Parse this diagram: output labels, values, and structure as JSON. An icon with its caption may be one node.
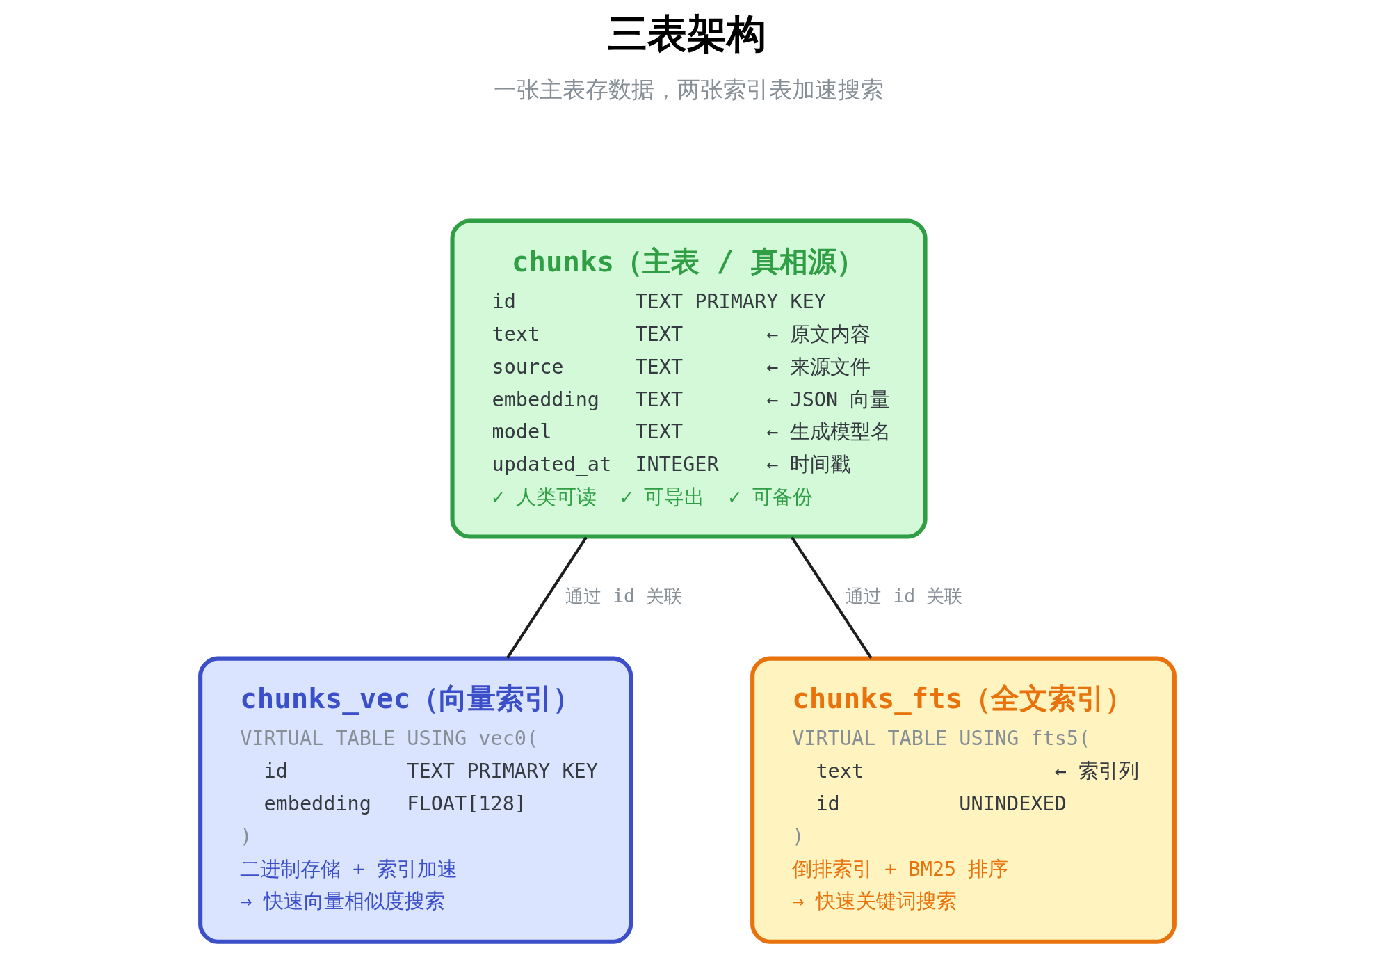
{
  "diagram": {
    "title": "三表架构",
    "nodes": [
      {
        "text": [
          "chunks（主表 / 真相源）",
          "id          TEXT PRIMARY KEY",
          "text        TEXT       ← 原文内容",
          "source      TEXT       ← 来源文件",
          "embedding   TEXT       ← JSON 向量",
          "model       TEXT       ← 生成模型名",
          "updated_at  INTEGER    ← 时间戳",
          "✓ 人类可读  ✓ 可导出  ✓ 可备份"
        ]
      },
      {
        "text": [
          "chunks_vec（向量索引）",
          "VIRTUAL TABLE USING vec0(",
          "  id          TEXT PRIMARY KEY",
          "  embedding   FLOAT[128]",
          ")",
          "二进制存储 + 索引加速",
          "→ 快速向量相似度搜索"
        ]
      },
      {
        "text": [
          "chunks_fts（全文索引）",
          "VIRTUAL TABLE USING fts5(",
          "  text                ← 索引列",
          "  id          UNINDEXED",
          ")",
          "倒排索引 + BM25 排序",
          "→ 快速关键词搜索"
        ]
      }
    ],
    "edges": [
      {
        "from": 0,
        "to": 1,
        "arrow": "none",
        "label": "通过 id 关联"
      },
      {
        "from": 0,
        "to": 2,
        "arrow": "none",
        "label": "通过 id 关联"
      }
    ],
    "labels": [
      "一张主表存数据，两张索引表加速搜索"
    ]
  }
}
